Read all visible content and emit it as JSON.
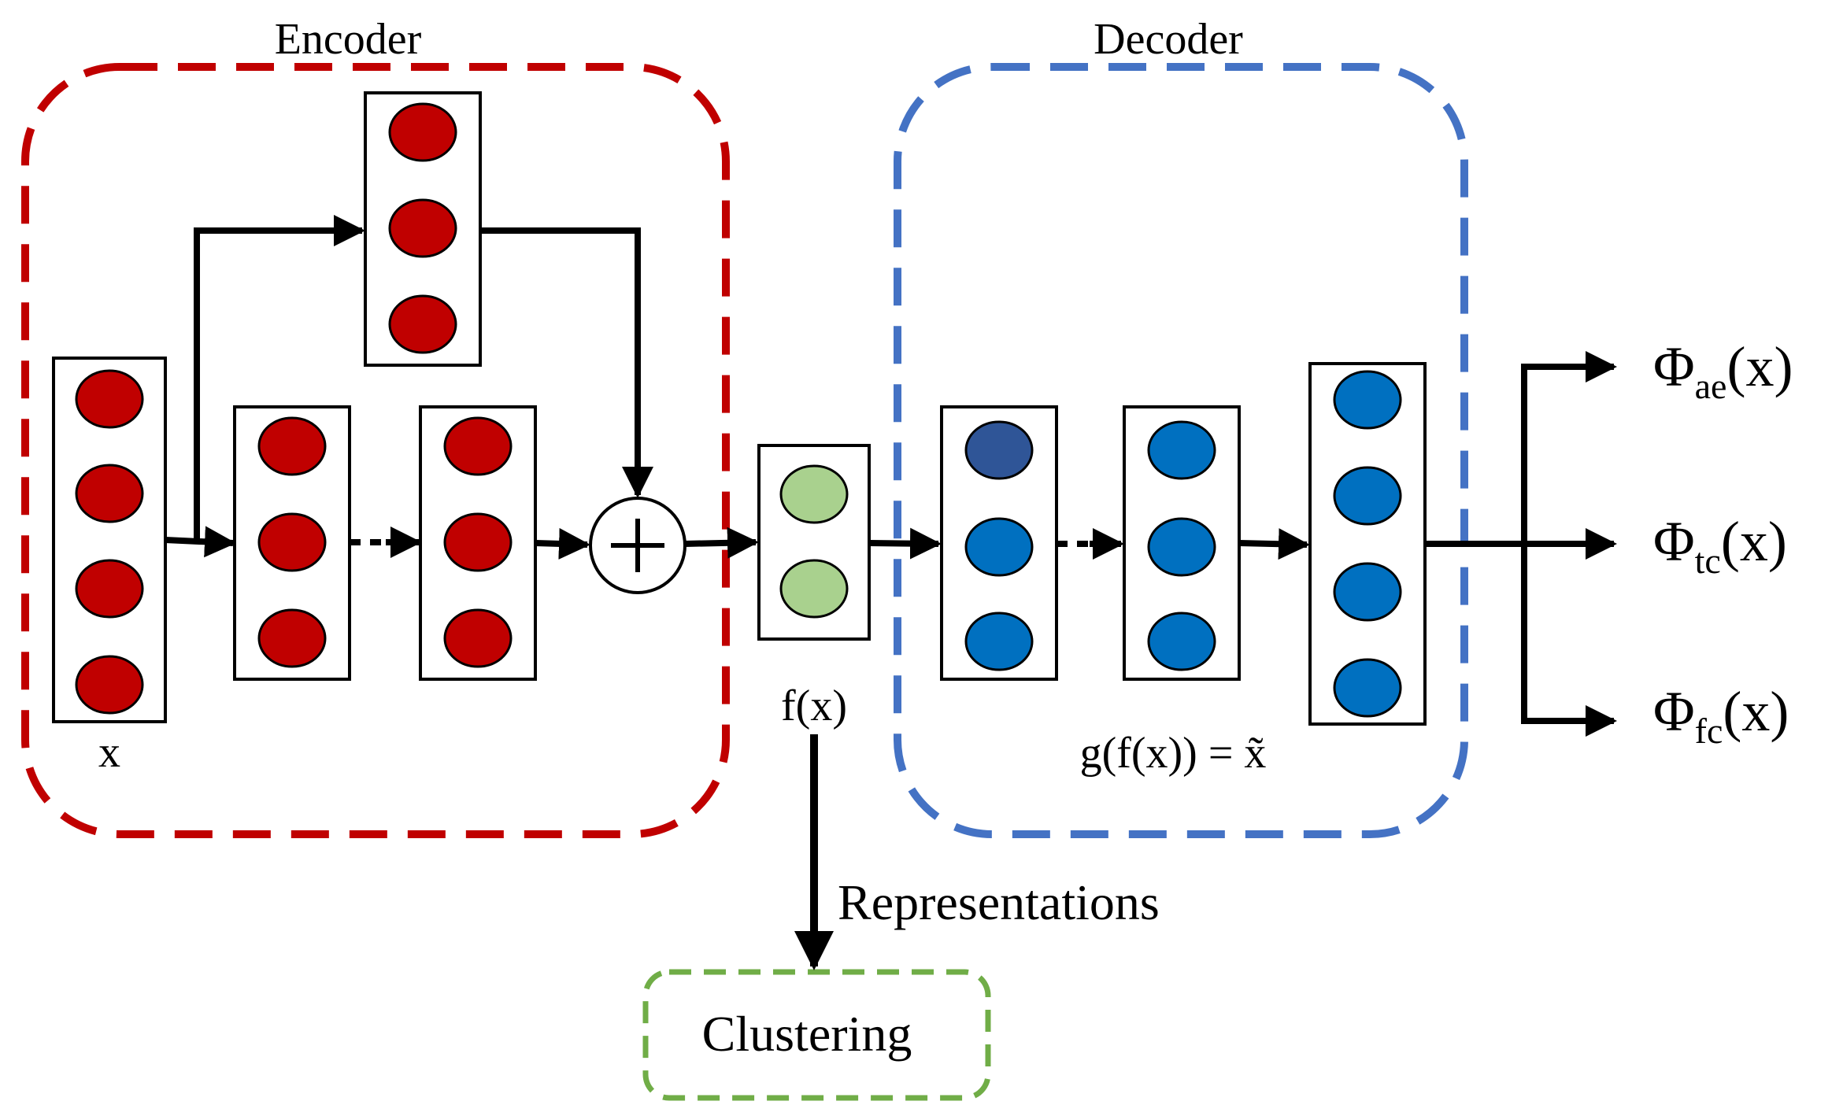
{
  "encoder": {
    "title": "Encoder",
    "input_label": "x",
    "color": "#c00000"
  },
  "decoder": {
    "title": "Decoder",
    "output_label": "g(f(x)) = x̃",
    "color": "#4472c4"
  },
  "latent": {
    "label": "f(x)",
    "color": "#a9d18e"
  },
  "representations": {
    "label": "Representations"
  },
  "clustering": {
    "label": "Clustering",
    "color": "#70ad47"
  },
  "outputs": [
    {
      "symbol": "Φ",
      "subscript": "ae",
      "arg": "(x)"
    },
    {
      "symbol": "Φ",
      "subscript": "tc",
      "arg": "(x)"
    },
    {
      "symbol": "Φ",
      "subscript": "fc",
      "arg": "(x)"
    }
  ],
  "colors": {
    "encoder_node": "#c00000",
    "decoder_node": "#0070c0",
    "decoder_node_dark": "#2f5597",
    "latent_node": "#a9d18e"
  },
  "icons": {
    "sum": "plus-icon"
  }
}
